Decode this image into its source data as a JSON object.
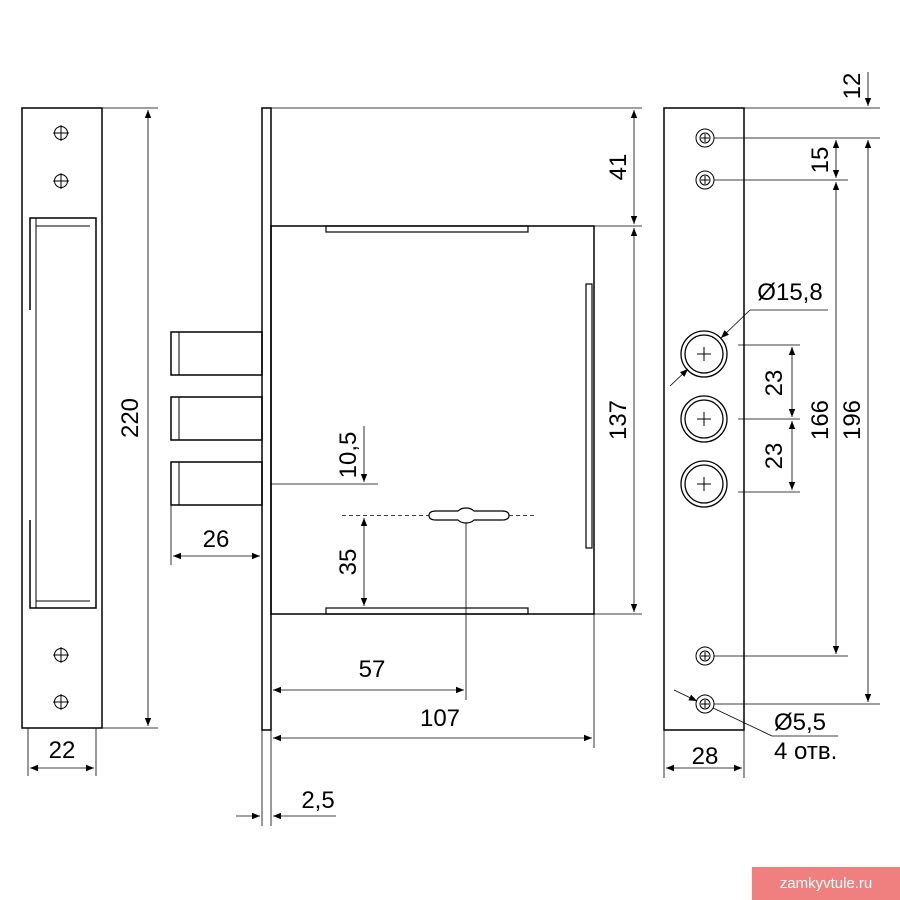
{
  "dimensions": {
    "strike_width": "22",
    "strike_height": "220",
    "bolt_projection": "26",
    "faceplate_thickness": "2,5",
    "top_offset": "41",
    "body_height": "137",
    "cylinder_offset_up": "10,5",
    "cylinder_offset_down": "35",
    "backset": "57",
    "body_depth": "107",
    "top_hole_offset": "12",
    "hole_spacing": "15",
    "bolt_diameter": "Ø15,8",
    "bolt_spacing_1": "23",
    "bolt_spacing_2": "23",
    "holes_span_inner": "166",
    "holes_span_outer": "196",
    "hole_diameter": "Ø5,5",
    "hole_count": "4 отв.",
    "faceplate_width": "28"
  },
  "watermark": "zamkyvtule.ru"
}
